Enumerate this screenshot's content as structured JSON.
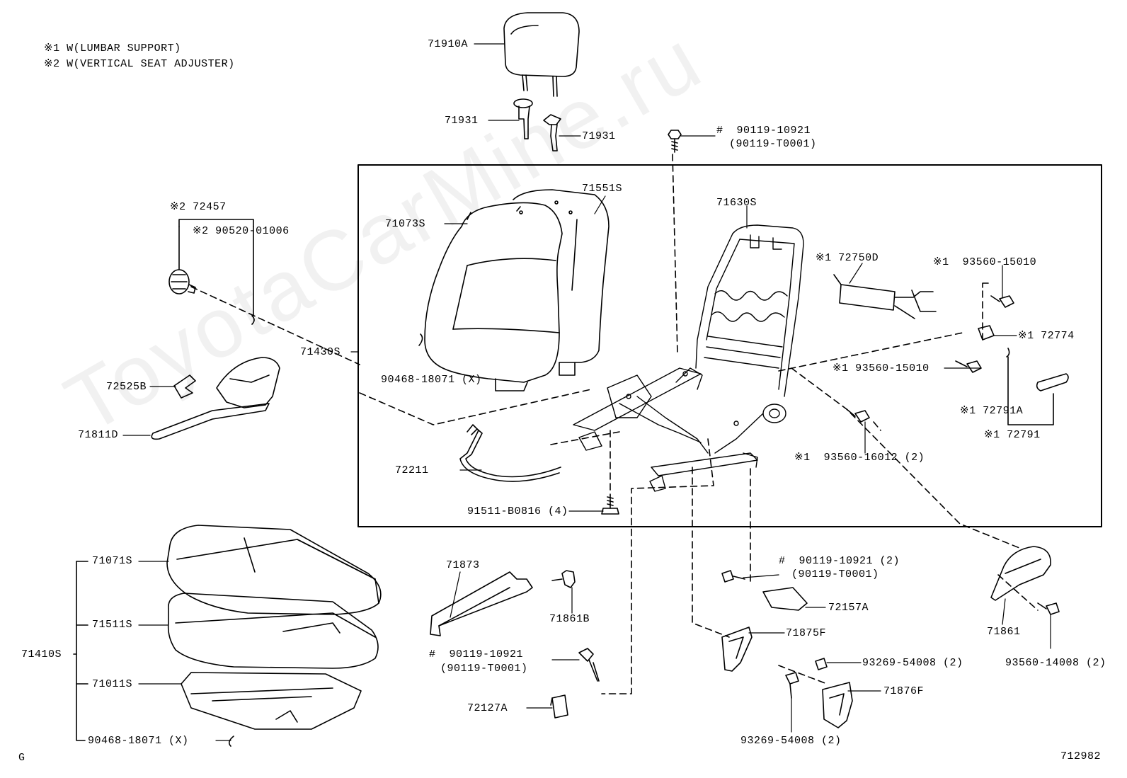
{
  "legend": {
    "note1": "※1 W(LUMBAR SUPPORT)",
    "note2": "※2 W(VERTICAL SEAT ADJUSTER)"
  },
  "watermark": "ToyotaCarMine.ru",
  "footer": {
    "left_code": "G",
    "diagram_number": "712982"
  },
  "parts": {
    "p71910A": "71910A",
    "p71931_left": "71931",
    "p71931_right": "71931",
    "p90119_top_a": "#  90119-10921",
    "p90119_top_b": "(90119-T0001)",
    "p71551S": "71551S",
    "p71073S": "71073S",
    "p71630S": "71630S",
    "p72457": "※2 72457",
    "p90520": "※2 90520-01006",
    "p72750D": "※1 72750D",
    "p93560_15010_a": "※1  93560-15010",
    "p72774": "※1 72774",
    "p71430S": "71430S",
    "p90468_top": "90468-18071 (X)",
    "p93560_15010_b": "※1 93560-15010",
    "p72525B": "72525B",
    "p72791A": "※1 72791A",
    "p72791": "※1 72791",
    "p71811D": "71811D",
    "p93560_16012": "※1  93560-16012 (2)",
    "p72211": "72211",
    "p91511": "91511-B0816 (4)",
    "p71071S": "71071S",
    "p71873": "71873",
    "p90119_mid_a": "#  90119-10921 (2)",
    "p90119_mid_b": "(90119-T0001)",
    "p71861B": "71861B",
    "p72157A": "72157A",
    "p71511S": "71511S",
    "p71875F": "71875F",
    "p71861": "71861",
    "p71410S": "71410S",
    "p90119_low_a": "#  90119-10921",
    "p90119_low_b": "(90119-T0001)",
    "p93269_right": "93269-54008 (2)",
    "p93560_14008": "93560-14008 (2)",
    "p71011S": "71011S",
    "p71876F": "71876F",
    "p72127A": "72127A",
    "p90468_bottom": "90468-18071 (X)",
    "p93269_bottom": "93269-54008 (2)"
  }
}
